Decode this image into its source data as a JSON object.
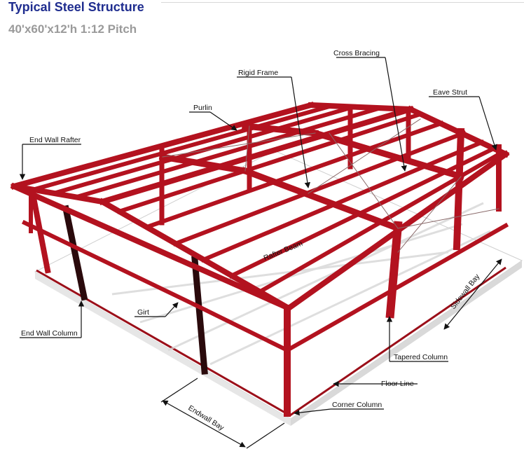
{
  "header": {
    "title": "Typical Steel Structure",
    "subtitle": "40'x60'x12'h 1:12 Pitch"
  },
  "colors": {
    "steel": "#b3121f",
    "steel_dark": "#7c0a12",
    "title": "#1f2d8f",
    "subtitle": "#9a9a9a"
  },
  "labels": {
    "cross_bracing": "Cross Bracing",
    "rigid_frame": "Rigid Frame",
    "eave_strut": "Eave Strut",
    "purlin": "Purlin",
    "end_wall_rafter": "End Wall Rafter",
    "rafter_beam": "Rafter Beam",
    "sidewall_bay": "Sidewall Bay",
    "girt": "Girt",
    "end_wall_column": "End Wall Column",
    "tapered_column": "Tapered Column",
    "floor_line": "Floor Line",
    "corner_column": "Corner Column",
    "endwall_bay": "Endwall Bay"
  }
}
